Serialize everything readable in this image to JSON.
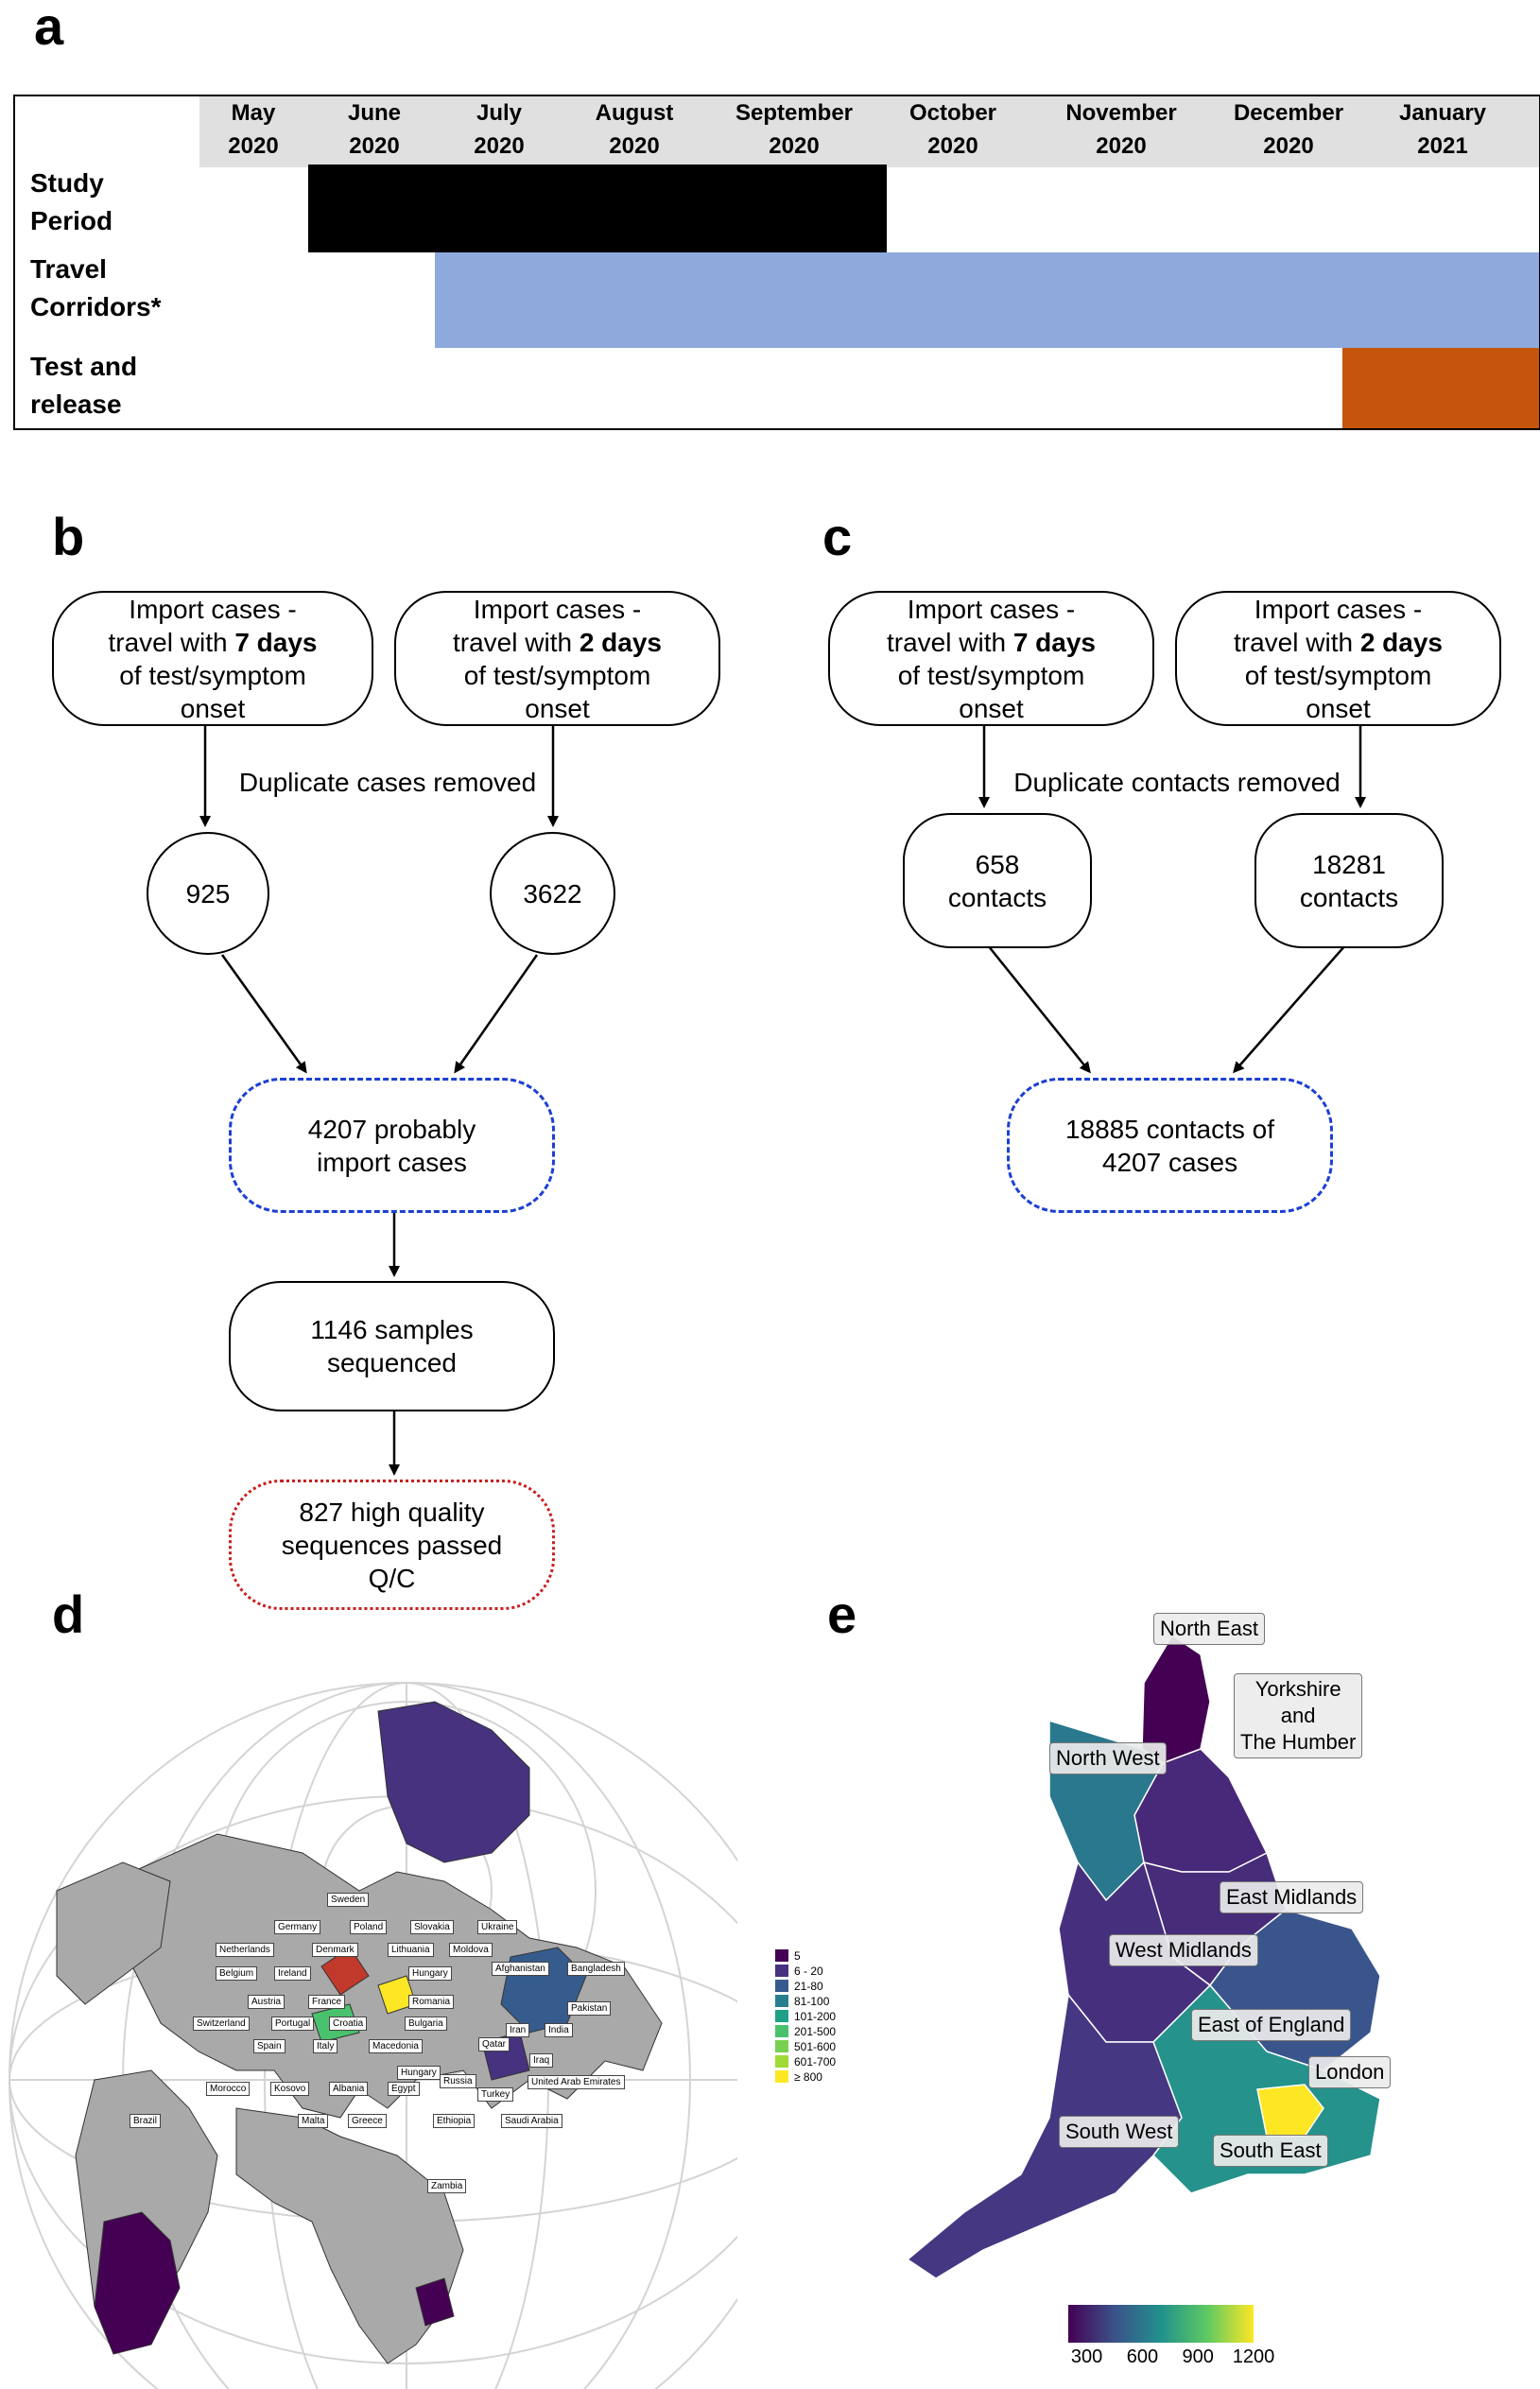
{
  "panels": {
    "a": "a",
    "b": "b",
    "c": "c",
    "d": "d",
    "e": "e"
  },
  "timeline": {
    "months": [
      {
        "month": "May",
        "year": "2020"
      },
      {
        "month": "June",
        "year": "2020"
      },
      {
        "month": "July",
        "year": "2020"
      },
      {
        "month": "August",
        "year": "2020"
      },
      {
        "month": "September",
        "year": "2020"
      },
      {
        "month": "October",
        "year": "2020"
      },
      {
        "month": "November",
        "year": "2020"
      },
      {
        "month": "December",
        "year": "2020"
      },
      {
        "month": "January",
        "year": "2021"
      }
    ],
    "rows": [
      {
        "line1": "Study",
        "line2": "Period",
        "color": "#000000"
      },
      {
        "line1": "Travel",
        "line2": "Corridors*",
        "color": "#8ea9dc"
      },
      {
        "line1": "Test and",
        "line2": "release",
        "color": "#c5550d"
      }
    ]
  },
  "flow_b": {
    "box1": {
      "pre": "Import cases -\ntravel with ",
      "bold": "7 days",
      "post": "\nof test/symptom\nonset"
    },
    "box2": {
      "pre": "Import cases -\ntravel with ",
      "bold": "2 days",
      "post": "\nof test/symptom\nonset"
    },
    "dup_label": "Duplicate cases removed",
    "count1": "925",
    "count2": "3622",
    "merged": "4207 probably\nimport cases",
    "sequenced": "1146 samples\nsequenced",
    "passed": "827 high quality\nsequences passed\nQ/C"
  },
  "flow_c": {
    "box1": {
      "pre": "Import cases -\ntravel with ",
      "bold": "7 days",
      "post": "\nof test/symptom\nonset"
    },
    "box2": {
      "pre": "Import cases -\ntravel with ",
      "bold": "2 days",
      "post": "\nof test/symptom\nonset"
    },
    "dup_label": "Duplicate contacts removed",
    "count1": "658\ncontacts",
    "count2": "18281\ncontacts",
    "merged": "18885 contacts of\n4207 cases"
  },
  "world_map": {
    "legend": [
      {
        "label": "5",
        "color": "#440154"
      },
      {
        "label": "6 - 20",
        "color": "#46327e"
      },
      {
        "label": "21-80",
        "color": "#365c8d"
      },
      {
        "label": "81-100",
        "color": "#277f8e"
      },
      {
        "label": "101-200",
        "color": "#1fa187"
      },
      {
        "label": "201-500",
        "color": "#4ac16d"
      },
      {
        "label": "501-600",
        "color": "#7ad151"
      },
      {
        "label": "601-700",
        "color": "#a0da39"
      },
      {
        "label": "≥ 800",
        "color": "#fde725"
      }
    ],
    "countries": [
      "Sweden",
      "Russia",
      "Germany",
      "Poland",
      "Slovakia",
      "Ukraine",
      "Netherlands",
      "Denmark",
      "Lithuania",
      "Moldova",
      "Afghanistan",
      "Bangladesh",
      "Belgium",
      "Ireland",
      "Hungary",
      "Austria",
      "France",
      "Romania",
      "Pakistan",
      "India",
      "Iran",
      "Switzerland",
      "Portugal",
      "Croatia",
      "Bulgaria",
      "Iraq",
      "Spain",
      "Italy",
      "Macedonia",
      "Qatar",
      "Hungary",
      "United Arab Emirates",
      "Morocco",
      "Kosovo",
      "Albania",
      "Egypt",
      "Turkey",
      "Malta",
      "Greece",
      "Ethiopia",
      "Saudi Arabia",
      "Brazil",
      "Zambia"
    ]
  },
  "england_map": {
    "regions": [
      {
        "name": "North East",
        "color": "#440154"
      },
      {
        "name": "Yorkshire\nand\nThe Humber",
        "color": "#482878"
      },
      {
        "name": "North West",
        "color": "#2a788e"
      },
      {
        "name": "East Midlands",
        "color": "#472c7a"
      },
      {
        "name": "West Midlands",
        "color": "#46307e"
      },
      {
        "name": "East of England",
        "color": "#39558c"
      },
      {
        "name": "London",
        "color": "#fde725"
      },
      {
        "name": "South West",
        "color": "#453781"
      },
      {
        "name": "South East",
        "color": "#25928b"
      }
    ],
    "colorbar": {
      "ticks": [
        "300",
        "600",
        "900",
        "1200"
      ],
      "min": 200,
      "max": 1200
    }
  }
}
